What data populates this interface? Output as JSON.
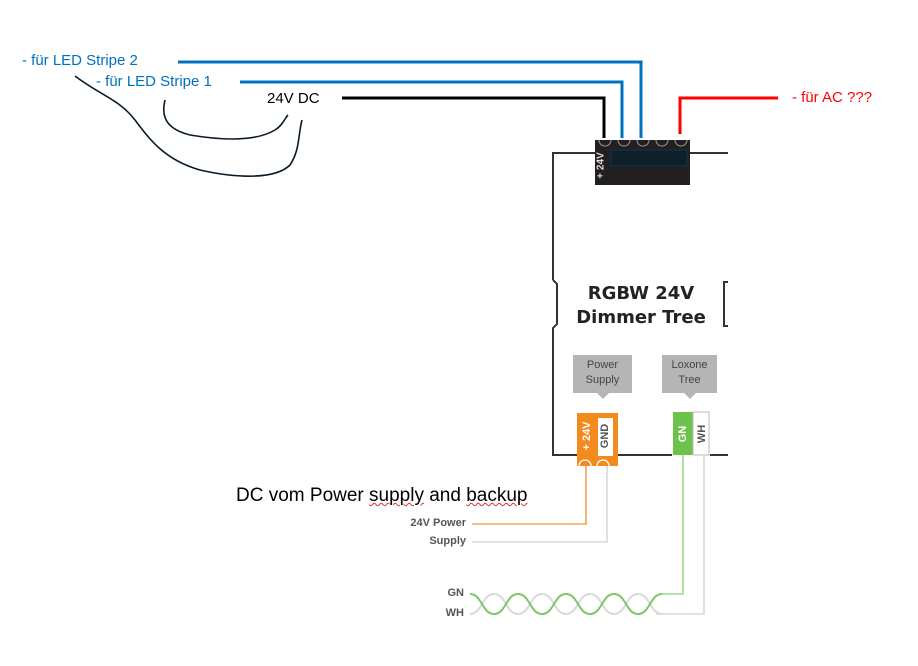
{
  "annotations": {
    "led_stripe_2": "- für LED Stripe 2",
    "led_stripe_1": "- für LED Stripe 1",
    "dc_24v": "24V DC",
    "ac": "- für AC ???",
    "dc_supply_prefix": "DC vom Power ",
    "dc_supply_word1": "supply",
    "dc_supply_mid": " and ",
    "dc_supply_word2": "backup"
  },
  "device": {
    "title_line1": "RGBW 24V",
    "title_line2": "Dimmer Tree",
    "output_terminal_label": "+ 24V",
    "power_tag_line1": "Power",
    "power_tag_line2": "Supply",
    "tree_tag_line1": "Loxone",
    "tree_tag_line2": "Tree",
    "power_pin_plus": "+ 24V",
    "power_pin_gnd": "GND",
    "tree_pin_gn": "GN",
    "tree_pin_wh": "WH"
  },
  "wires": {
    "supply_label_line1": "24V Power",
    "supply_label_line2": "Supply",
    "gn_label": "GN",
    "wh_label": "WH"
  },
  "colors": {
    "blue": "#0070c0",
    "red": "#ff0000",
    "orange": "#f28a1e",
    "green": "#6cc24a",
    "gray_tag": "#b5b5b5"
  }
}
